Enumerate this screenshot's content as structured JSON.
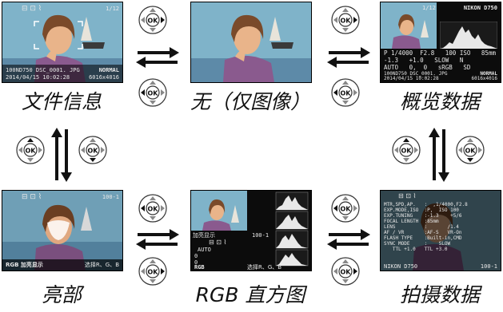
{
  "captions": {
    "file_info": "文件信息",
    "none": "无（仅图像）",
    "overview": "概览数据",
    "highlights": "亮部",
    "rgb_histogram": "RGB 直方图",
    "shooting_data": "拍摄数据"
  },
  "dpad": {
    "ok_label": "OK"
  },
  "file_info_screen": {
    "frame_counter": "1/12",
    "folder_file": "100ND750 DSC_0001. JPG",
    "quality": "NORMAL",
    "date_time": "2014/04/15 10:02:28",
    "image_size": "6016x4016"
  },
  "overview_screen": {
    "frame_counter": "1/12",
    "camera": "NIKON D750",
    "row1": "P 1/4000  F2.8   100 ISO   85mm",
    "row2": "-1.3   +1.0   SLOW   N",
    "row3": "AUTO   0,  0   sRGB   SD",
    "folder_file": "100ND750 DSC_0001. JPG",
    "quality": "NORMAL",
    "date_time": "2014/04/15 10:02:28",
    "image_size": "6016x4016"
  },
  "highlights_screen": {
    "counter": "100-1",
    "footer_left": "RGB 加亮显示",
    "footer_right": "选择R、G、B"
  },
  "rgb_screen": {
    "label": "加亮显示",
    "counter": "100-1",
    "wb": "AUTO",
    "zero1": "0",
    "zero2": "0",
    "footer_left": "RGB",
    "footer_right": "选择R、G、B"
  },
  "shooting_screen": {
    "lines": [
      "MTR,SPD,AP.   :  ,1/4000,F2.8",
      "EXP.MODE,ISO  :P,  ISO 100",
      "EXP.TUNING    :-1.3    +5/6",
      "FOCAL LENGTH  :85mm",
      "LENS          :       /1.4",
      "AF / VR       :AF-S   VR-On",
      "FLASH TYPE    :Built-in,CMD",
      "SYNC MODE     :    SLOW",
      "   TTL +1.0   TTL +3.0"
    ],
    "camera": "NIKON D750",
    "counter": "100-1"
  }
}
